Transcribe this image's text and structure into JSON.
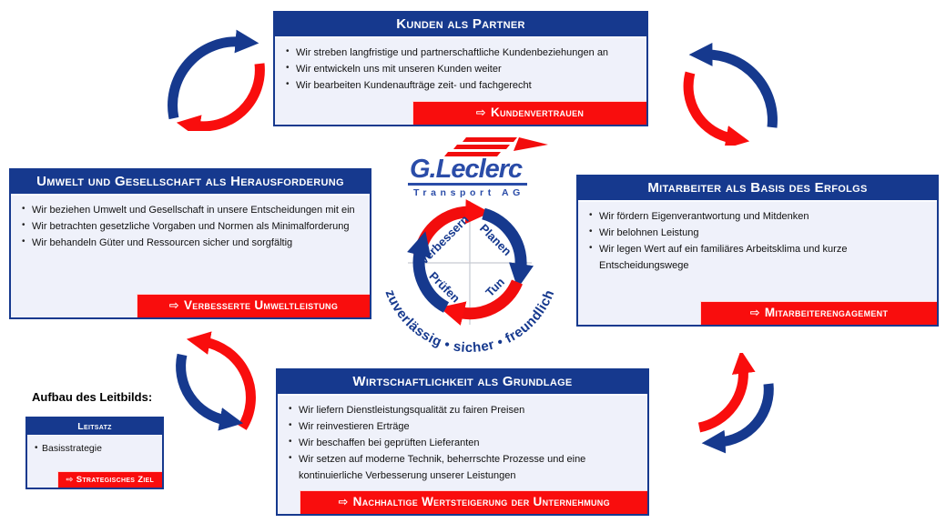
{
  "mission_boxes": {
    "top": {
      "title": "Kunden als Partner",
      "bullets": [
        "Wir streben langfristige und partnerschaftliche Kundenbeziehungen an",
        "Wir entwickeln uns mit unseren Kunden weiter",
        "Wir bearbeiten Kundenaufträge zeit- und fachgerecht"
      ],
      "goal": "Kundenvertrauen"
    },
    "left": {
      "title": "Umwelt und Gesellschaft als Herausforderung",
      "bullets": [
        "Wir beziehen Umwelt und Gesellschaft in unsere Entscheidungen mit ein",
        "Wir betrachten gesetzliche Vorgaben und Normen als Minimalforderung",
        "Wir behandeln Güter und Ressourcen sicher und sorgfältig"
      ],
      "goal": "Verbesserte Umweltleistung"
    },
    "right": {
      "title": "Mitarbeiter als Basis des Erfolgs",
      "bullets": [
        "Wir fördern Eigenverantwortung und Mitdenken",
        "Wir belohnen Leistung",
        "Wir legen Wert auf ein familiäres Arbeitsklima und kurze Entscheidungswege"
      ],
      "goal": "Mitarbeiterengagement"
    },
    "bottom": {
      "title": "Wirtschaftlichkeit als Grundlage",
      "bullets": [
        "Wir liefern Dienstleistungsqualität zu fairen Preisen",
        "Wir reinvestieren Erträge",
        "Wir beschaffen bei geprüften Lieferanten",
        "Wir setzen auf moderne Technik, beherrschte Prozesse und eine kontinuierliche Verbesserung unserer Leistungen"
      ],
      "goal": "Nachhaltige Wertsteigerung der Unternehmung"
    }
  },
  "goal_arrow": "⇨",
  "logo": {
    "name": "G.Leclerc",
    "subtitle": "Transport AG"
  },
  "cycle": {
    "act": "Verbessern",
    "plan": "Planen",
    "check": "Prüfen",
    "do": "Tun",
    "motto": "zuverlässig • sicher • freundlich"
  },
  "legend": {
    "caption": "Aufbau des Leitbilds:",
    "header": "Leitsatz",
    "bullet": "Basisstrategie",
    "goal": "Strategisches Ziel"
  },
  "colors": {
    "navy": "#16398E",
    "red": "#F90D0D",
    "panel": "#EFF1FA",
    "logo_blue": "#2A4CA8"
  }
}
